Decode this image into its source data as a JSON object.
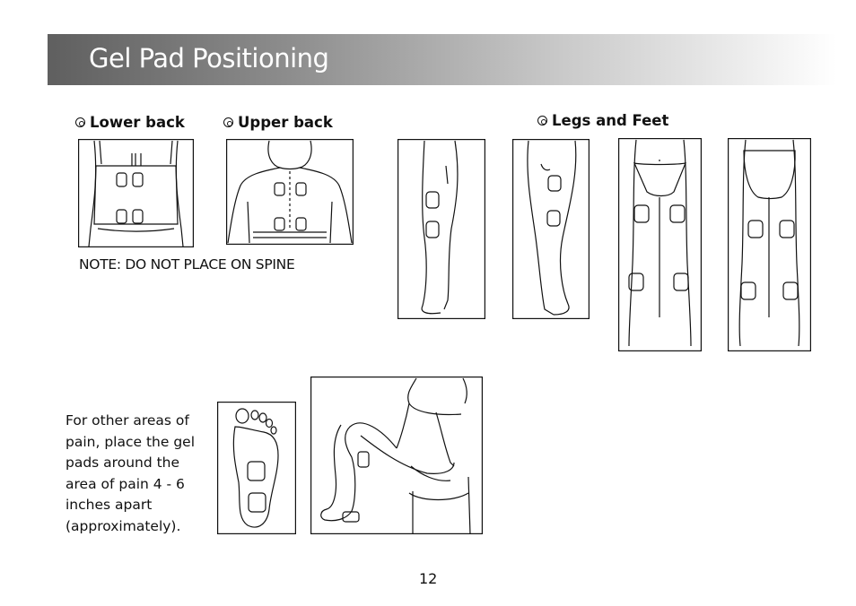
{
  "header": {
    "title": "Gel Pad Positioning"
  },
  "labels": {
    "lower_back": "Lower back",
    "upper_back": "Upper back",
    "legs_feet": "Legs and Feet"
  },
  "note": "NOTE: DO NOT PLACE ON SPINE",
  "instructions": "For other areas of pain, place the gel pads around the area of pain 4 - 6 inches apart (approximately).",
  "page_number": "12",
  "colors": {
    "banner_dark": "#5f5f5f",
    "banner_light": "#ffffff",
    "line": "#111111"
  }
}
